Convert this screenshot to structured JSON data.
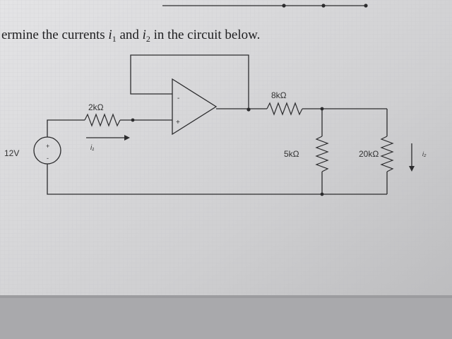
{
  "question": {
    "text": "ermine the currents",
    "var1": "i",
    "sub1": "1",
    "joiner": "and",
    "var2": "i",
    "sub2": "2",
    "tail": "in the circuit below."
  },
  "circuit": {
    "source_label": "12V",
    "r_input_label": "2kΩ",
    "r_feedback_label": "8kΩ",
    "r_mid_label": "5kΩ",
    "r_right_label": "20kΩ",
    "current1_label": "i₁",
    "current2_label": "i₂",
    "opamp_minus": "-",
    "opamp_plus": "+",
    "source_plus": "+",
    "source_minus": "-"
  },
  "colors": {
    "background": "#cfcfd1",
    "ink": "#2c2c2e"
  }
}
